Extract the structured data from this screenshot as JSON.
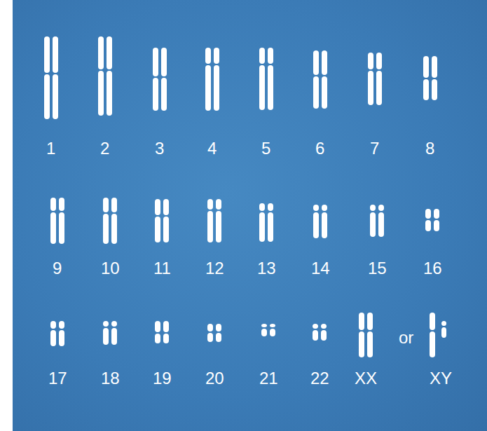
{
  "diagram": {
    "labels": [
      "1",
      "2",
      "3",
      "4",
      "5",
      "6",
      "7",
      "8",
      "9",
      "10",
      "11",
      "12",
      "13",
      "14",
      "15",
      "16",
      "17",
      "18",
      "19",
      "20",
      "21",
      "22",
      "XX",
      "or",
      "XY"
    ]
  }
}
